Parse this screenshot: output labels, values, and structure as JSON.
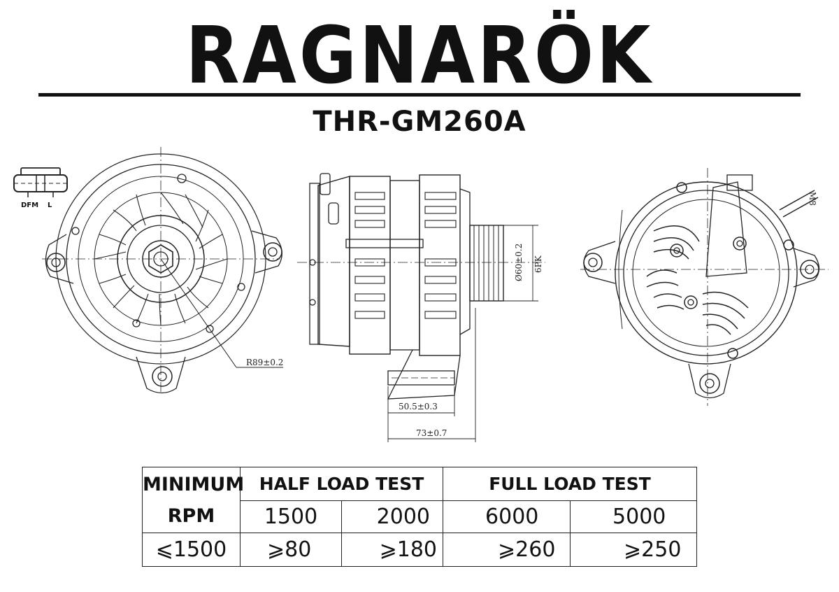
{
  "brand": "RAGNARÖK",
  "model": "THR-GM260A",
  "connector": {
    "label_dfm": "DFM",
    "label_l": "L"
  },
  "dimensions": {
    "radius": "R89±0.2",
    "pulley_diameter": "Ø60±0.2",
    "pulley_type": "6PK",
    "mount_offset": "50.5±0.3",
    "overall": "73±0.7",
    "terminal": "M8"
  },
  "table": {
    "min_label_1": "MINIMUM",
    "min_label_2": "RPM",
    "half_title": "HALF LOAD TEST",
    "full_title": "FULL LOAD TEST",
    "rpm": [
      "1500",
      "2000",
      "6000",
      "5000"
    ],
    "min_value": "⩽1500",
    "amps": [
      "⩾80",
      "⩾180",
      "⩾260",
      "⩾250"
    ]
  }
}
